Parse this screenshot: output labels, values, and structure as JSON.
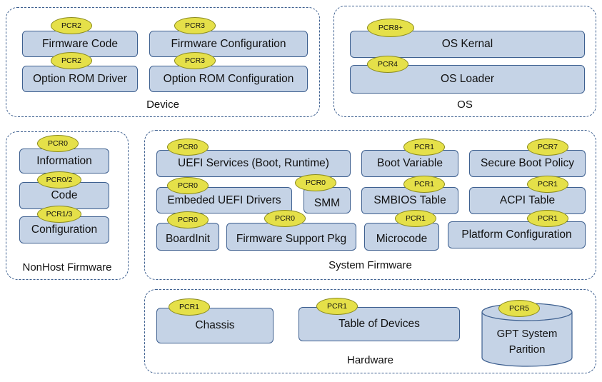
{
  "groups": {
    "device": "Device",
    "os": "OS",
    "nonhost": "NonHost Firmware",
    "system": "System Firmware",
    "hardware": "Hardware"
  },
  "device": {
    "firmware_code": {
      "label": "Firmware Code",
      "pcr": "PCR2"
    },
    "firmware_configuration": {
      "label": "Firmware Configuration",
      "pcr": "PCR3"
    },
    "option_rom_driver": {
      "label": "Option ROM Driver",
      "pcr": "PCR2"
    },
    "option_rom_configuration": {
      "label": "Option ROM Configuration",
      "pcr": "PCR3"
    }
  },
  "os": {
    "kernel": {
      "label": "OS Kernal",
      "pcr": "PCR8+"
    },
    "loader": {
      "label": "OS Loader",
      "pcr": "PCR4"
    }
  },
  "nonhost": {
    "information": {
      "label": "Information",
      "pcr": "PCR0"
    },
    "code": {
      "label": "Code",
      "pcr": "PCR0/2"
    },
    "configuration": {
      "label": "Configuration",
      "pcr": "PCR1/3"
    }
  },
  "system": {
    "uefi_services": {
      "label": "UEFI Services (Boot, Runtime)",
      "pcr": "PCR0"
    },
    "boot_variable": {
      "label": "Boot Variable",
      "pcr": "PCR1"
    },
    "secure_boot_policy": {
      "label": "Secure Boot Policy",
      "pcr": "PCR7"
    },
    "embedded_uefi_drivers": {
      "label": "Embeded UEFI Drivers",
      "pcr": "PCR0"
    },
    "smm": {
      "label": "SMM",
      "pcr": "PCR0"
    },
    "smbios_table": {
      "label": "SMBIOS Table",
      "pcr": "PCR1"
    },
    "acpi_table": {
      "label": "ACPI Table",
      "pcr": "PCR1"
    },
    "boardinit": {
      "label": "BoardInit",
      "pcr": "PCR0"
    },
    "firmware_support_pkg": {
      "label": "Firmware Support Pkg",
      "pcr": "PCR0"
    },
    "microcode": {
      "label": "Microcode",
      "pcr": "PCR1"
    },
    "platform_configuration": {
      "label": "Platform Configuration",
      "pcr": "PCR1"
    }
  },
  "hardware": {
    "chassis": {
      "label": "Chassis",
      "pcr": "PCR1"
    },
    "table_of_devices": {
      "label": "Table of Devices",
      "pcr": "PCR1"
    },
    "gpt_system_partition": {
      "line1": "GPT System",
      "line2": "Parition",
      "pcr": "PCR5"
    }
  },
  "colors": {
    "box_fill": "#c5d3e6",
    "box_border": "#3d5f8f",
    "pcr_fill": "#e5e049",
    "group_border": "#3d5f8f"
  }
}
